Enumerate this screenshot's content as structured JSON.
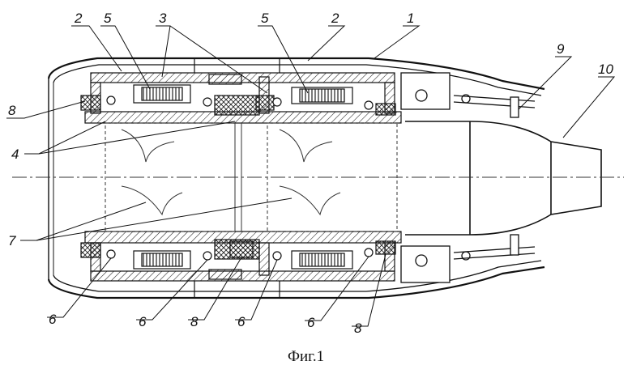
{
  "caption": "Фиг.1",
  "labels": {
    "l1": "1",
    "l2a": "2",
    "l2b": "2",
    "l3": "3",
    "l4": "4",
    "l5a": "5",
    "l5b": "5",
    "l6a": "6",
    "l6b": "6",
    "l6c": "6",
    "l6d": "6",
    "l7": "7",
    "l8a": "8",
    "l8b": "8",
    "l8c": "8",
    "l9": "9",
    "l10": "10"
  }
}
